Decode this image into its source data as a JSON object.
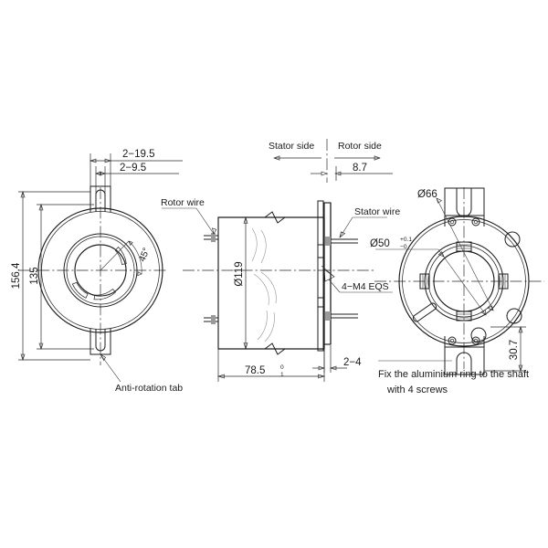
{
  "drawing": {
    "title": "Slip ring assembly outline drawing",
    "background": "#ffffff",
    "line_color": "#1d1d1d",
    "views": {
      "left": "rotor-side end view",
      "middle": "longitudinal cross-section",
      "right": "stator-side end view"
    }
  },
  "labels": {
    "stator_side": "Stator side",
    "rotor_side": "Rotor side",
    "rotor_wire": "Rotor wire",
    "stator_wire": "Stator wire",
    "anti_rotation_tab": "Anti-rotation tab",
    "screw_note_line1": "Fix the aluminium ring to the shaft",
    "screw_note_line2": "with 4 screws",
    "thread_callout": "4−M4  EQS"
  },
  "dimensions": {
    "slot_pitch": "2−19.5",
    "slot_width": "2−9.5",
    "outer_dia": "156.4",
    "bolt_circle": "135",
    "angle": "45°",
    "body_dia": "Ø119",
    "rotor_offset": "8.7",
    "length": "78.5",
    "length_tol_upper": "0",
    "length_tol_lower": "1",
    "flange_thk": "2−4",
    "ring_outer": "Ø66",
    "bore": "Ø50",
    "bore_tol_upper": "+0.1",
    "bore_tol_lower": "−0",
    "tab_height": "30.7"
  }
}
